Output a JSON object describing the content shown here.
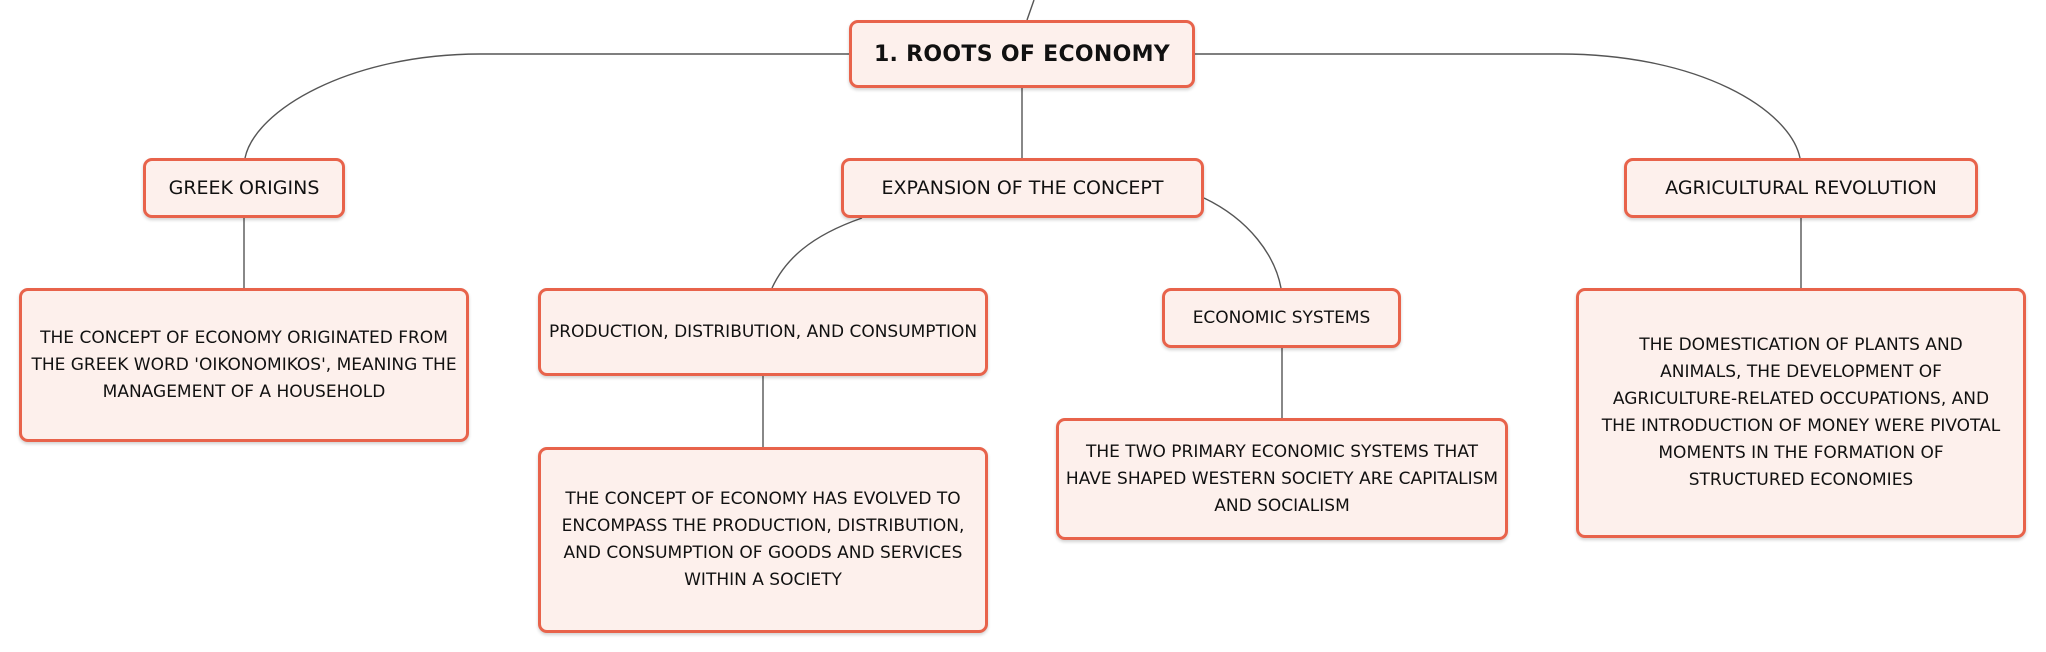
{
  "colors": {
    "border": "#e8634b",
    "fill": "#fdf0ec",
    "line": "#555555"
  },
  "root": {
    "label": "1. ROOTS OF ECONOMY"
  },
  "topics": {
    "greek": {
      "label": "GREEK ORIGINS"
    },
    "expansion": {
      "label": "EXPANSION OF THE CONCEPT"
    },
    "agri": {
      "label": "AGRICULTURAL REVOLUTION"
    },
    "production": {
      "label": "PRODUCTION, DISTRIBUTION, AND CONSUMPTION"
    },
    "systems": {
      "label": "ECONOMIC SYSTEMS"
    }
  },
  "details": {
    "greek": "THE CONCEPT OF ECONOMY ORIGINATED FROM THE GREEK WORD 'OIKONOMIKOS', MEANING THE MANAGEMENT OF A HOUSEHOLD",
    "production": "THE CONCEPT OF ECONOMY HAS EVOLVED TO ENCOMPASS THE PRODUCTION, DISTRIBUTION, AND CONSUMPTION OF GOODS AND SERVICES WITHIN A SOCIETY",
    "systems": "THE TWO PRIMARY ECONOMIC SYSTEMS THAT HAVE SHAPED WESTERN SOCIETY ARE CAPITALISM AND SOCIALISM",
    "agri": "THE DOMESTICATION OF PLANTS AND ANIMALS, THE DEVELOPMENT OF AGRICULTURE-RELATED OCCUPATIONS, AND THE INTRODUCTION OF MONEY WERE PIVOTAL MOMENTS IN THE FORMATION OF STRUCTURED ECONOMIES"
  }
}
